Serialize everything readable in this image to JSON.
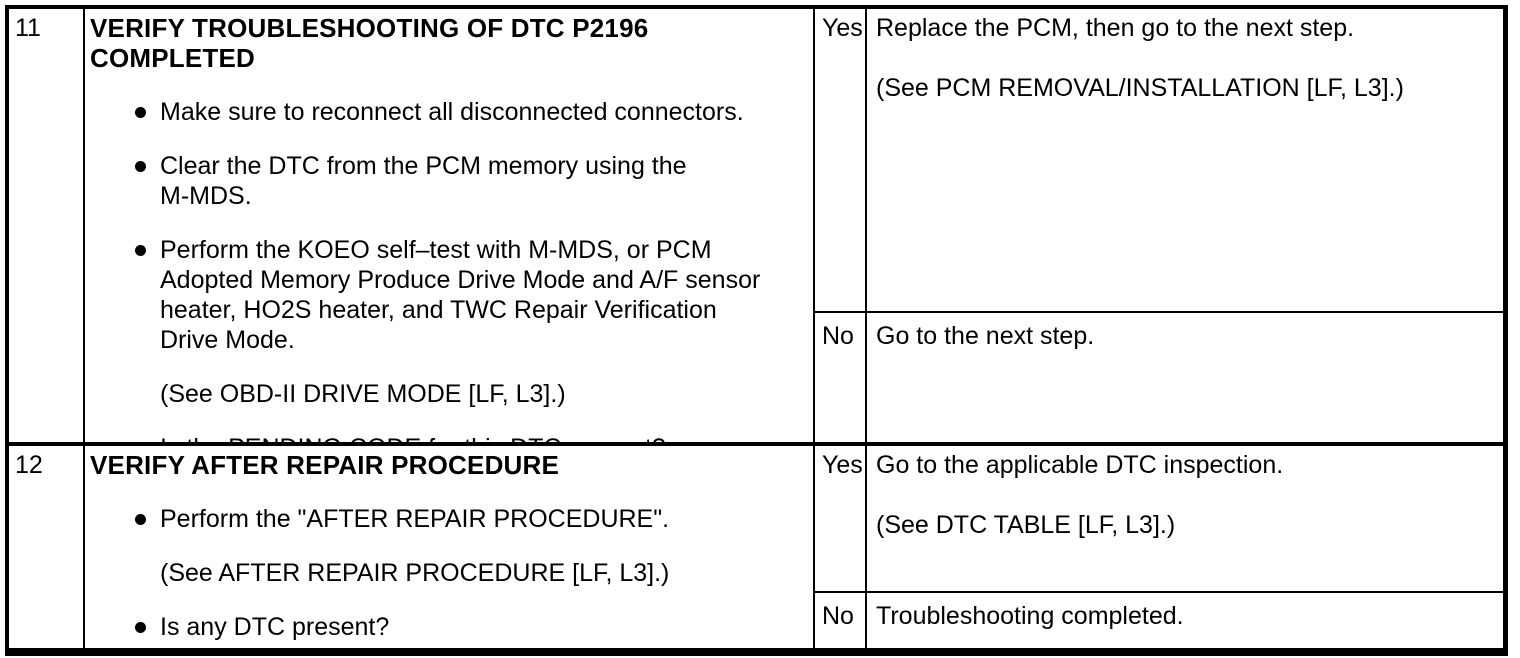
{
  "doc": {
    "background_color": "#ffffff",
    "ink_color": "#000000",
    "kind": "troubleshooting-flow-table"
  },
  "steps": [
    {
      "step": "11",
      "title": "VERIFY TROUBLESHOOTING OF DTC P2196 COMPLETED",
      "items": [
        {
          "bullet": true,
          "text": "Make sure to reconnect all disconnected connectors."
        },
        {
          "bullet": true,
          "text": "Clear the DTC from the PCM memory using the\nM-MDS."
        },
        {
          "bullet": true,
          "text": "Perform the KOEO self–test with M-MDS, or PCM\nAdopted Memory Produce Drive Mode and A/F sensor\nheater, HO2S heater, and TWC Repair Verification\nDrive Mode."
        },
        {
          "bullet": false,
          "text": "(See OBD-II DRIVE MODE [LF, L3].)"
        },
        {
          "bullet": true,
          "text": "Is the PENDING CODE for this DTC present?"
        }
      ],
      "yes_label": "Yes",
      "yes_text": "Replace the PCM, then go to the next step.\n\n(See PCM REMOVAL/INSTALLATION [LF, L3].)",
      "no_label": "No",
      "no_text": "Go to the next step."
    },
    {
      "step": "12",
      "title": "VERIFY AFTER REPAIR PROCEDURE",
      "items": [
        {
          "bullet": true,
          "text": "Perform the \"AFTER REPAIR PROCEDURE\"."
        },
        {
          "bullet": false,
          "text": "(See AFTER REPAIR PROCEDURE [LF, L3].)"
        },
        {
          "bullet": true,
          "text": "Is any DTC present?"
        }
      ],
      "yes_label": "Yes",
      "yes_text": "Go to the applicable DTC inspection.\n\n(See DTC TABLE [LF, L3].)",
      "no_label": "No",
      "no_text": "Troubleshooting completed."
    }
  ]
}
